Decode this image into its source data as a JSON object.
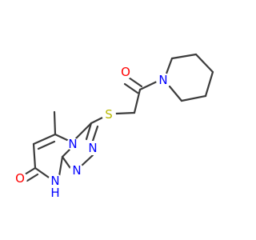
{
  "atoms": {
    "o_ketone": {
      "symbol": "O",
      "color": "#ff0000"
    },
    "n_piperidine": {
      "symbol": "N",
      "color": "#0000ff"
    },
    "s_thioether": {
      "symbol": "S",
      "color": "#b8b800"
    },
    "n_bridge": {
      "symbol": "N",
      "color": "#0000ff"
    },
    "n_triazole_a": {
      "symbol": "N",
      "color": "#0000ff"
    },
    "n_triazole_b": {
      "symbol": "N",
      "color": "#0000ff"
    },
    "nh_ring": {
      "symbol": "N",
      "color": "#0000ff"
    },
    "nh_h": {
      "symbol": "H",
      "color": "#0000ff"
    },
    "o_lactam": {
      "symbol": "O",
      "color": "#ff0000"
    }
  },
  "colors": {
    "bond": "#3c3c3c",
    "background": "#ffffff"
  }
}
